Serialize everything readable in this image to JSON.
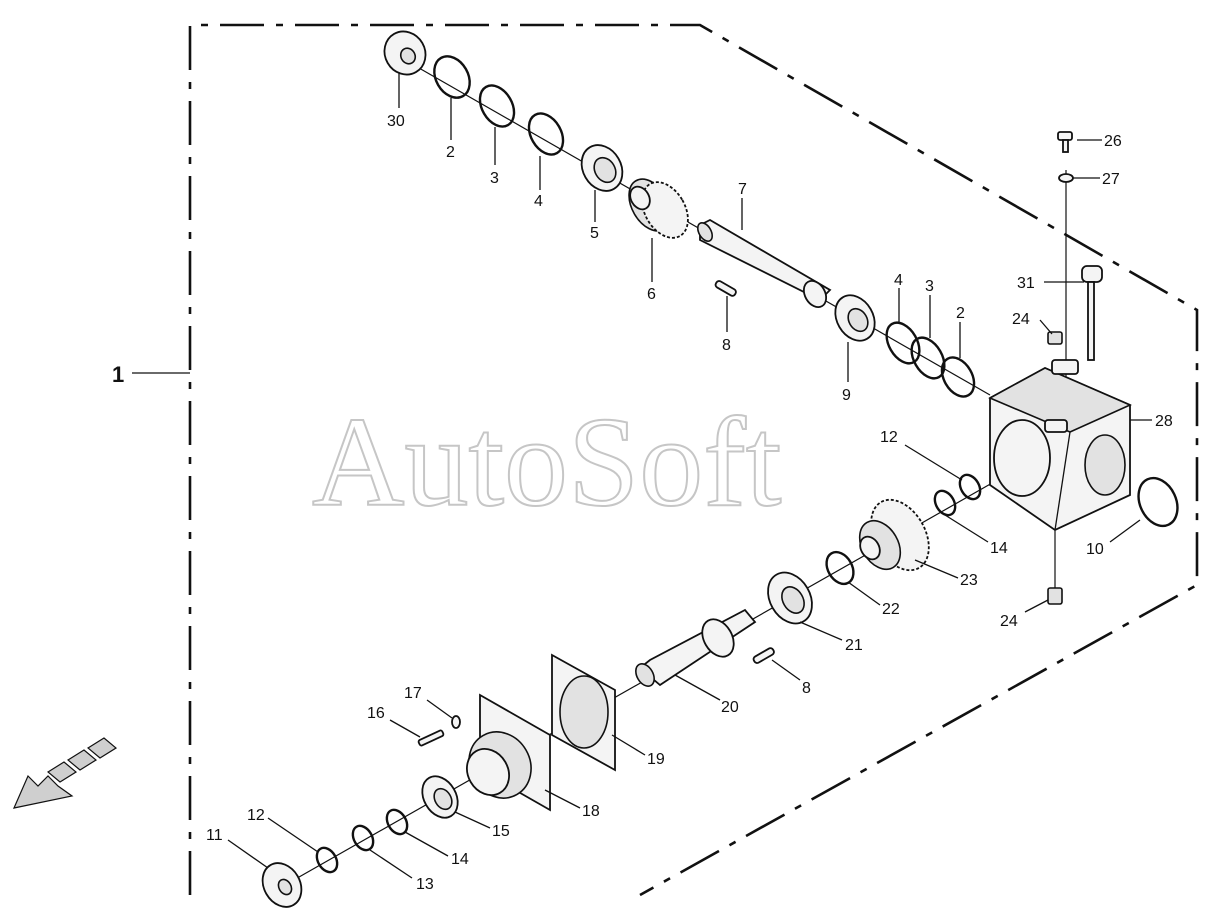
{
  "diagram": {
    "assembly_label": "1",
    "watermark": "AutoSoft",
    "callouts": {
      "c30": "30",
      "c2a": "2",
      "c3a": "3",
      "c4a": "4",
      "c5": "5",
      "c6": "6",
      "c7": "7",
      "c8a": "8",
      "c9": "9",
      "c4b": "4",
      "c3b": "3",
      "c2b": "2",
      "c26": "26",
      "c27": "27",
      "c31": "31",
      "c24a": "24",
      "c28": "28",
      "c12a": "12",
      "c14a": "14",
      "c10": "10",
      "c23": "23",
      "c22": "22",
      "c24b": "24",
      "c21": "21",
      "c8b": "8",
      "c20": "20",
      "c17": "17",
      "c16": "16",
      "c19": "19",
      "c18": "18",
      "c15": "15",
      "c14b": "14",
      "c12b": "12",
      "c11": "11",
      "c13": "13"
    }
  }
}
